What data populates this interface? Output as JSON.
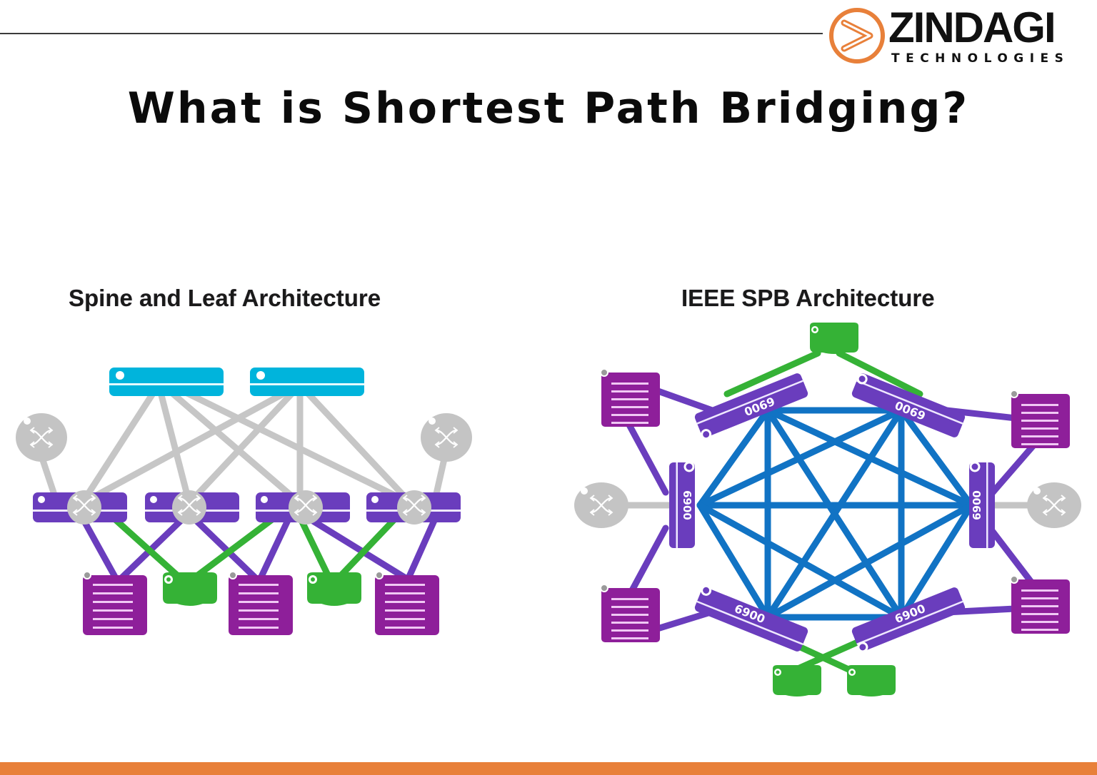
{
  "header": {
    "logo": {
      "wordmark": "ZINDAGI",
      "subtitle": "TECHNOLOGIES",
      "mark_icon": "chevron-circle-icon",
      "accent_color": "#e8803a"
    },
    "title": "What is Shortest Path Bridging?"
  },
  "diagrams": {
    "left": {
      "title": "Spine and Leaf Architecture",
      "nodes": {
        "spine_switches": 2,
        "leaf_switches": 4,
        "routers": 2,
        "servers": 3,
        "storage": 2
      }
    },
    "right": {
      "title": "IEEE SPB Architecture",
      "switch_label": "6900",
      "nodes": {
        "core_switches": 6,
        "servers": 4,
        "routers": 2,
        "storage": 3
      }
    }
  },
  "colors": {
    "spine": "#00b4dc",
    "leaf": "#6a3dbd",
    "server": "#8e1f9a",
    "storage": "#35b236",
    "router": "#c4c4c4",
    "mesh_link": "#1173c4",
    "footer": "#e8803a"
  }
}
